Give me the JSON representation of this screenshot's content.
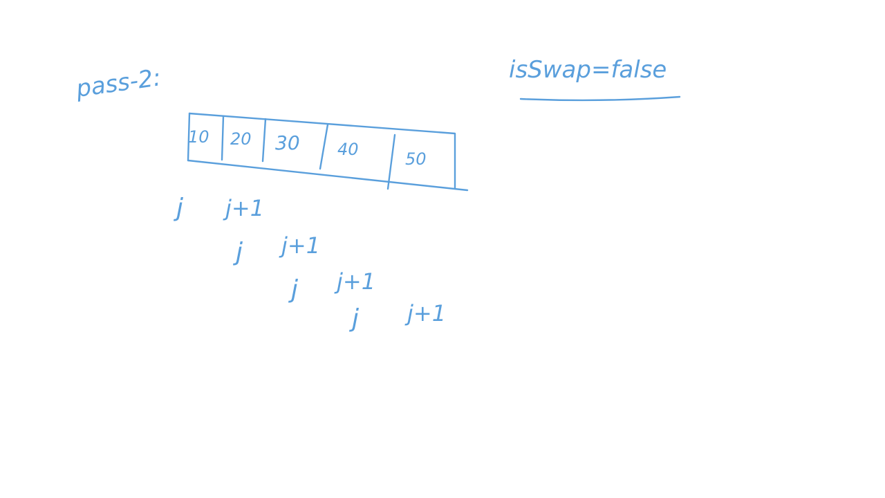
{
  "whiteboard": {
    "pass_label": "pass-2:",
    "flag_label": "isSwap=false",
    "array": {
      "cells": [
        "10",
        "20",
        "30",
        "40",
        "50"
      ]
    },
    "pointer_rows": [
      {
        "j": "j",
        "j_plus_1": "j+1"
      },
      {
        "j": "j",
        "j_plus_1": "j+1"
      },
      {
        "j": "j",
        "j_plus_1": "j+1"
      },
      {
        "j": "j",
        "j_plus_1": "j+1"
      }
    ],
    "ink_color": "#5a9fdc"
  }
}
